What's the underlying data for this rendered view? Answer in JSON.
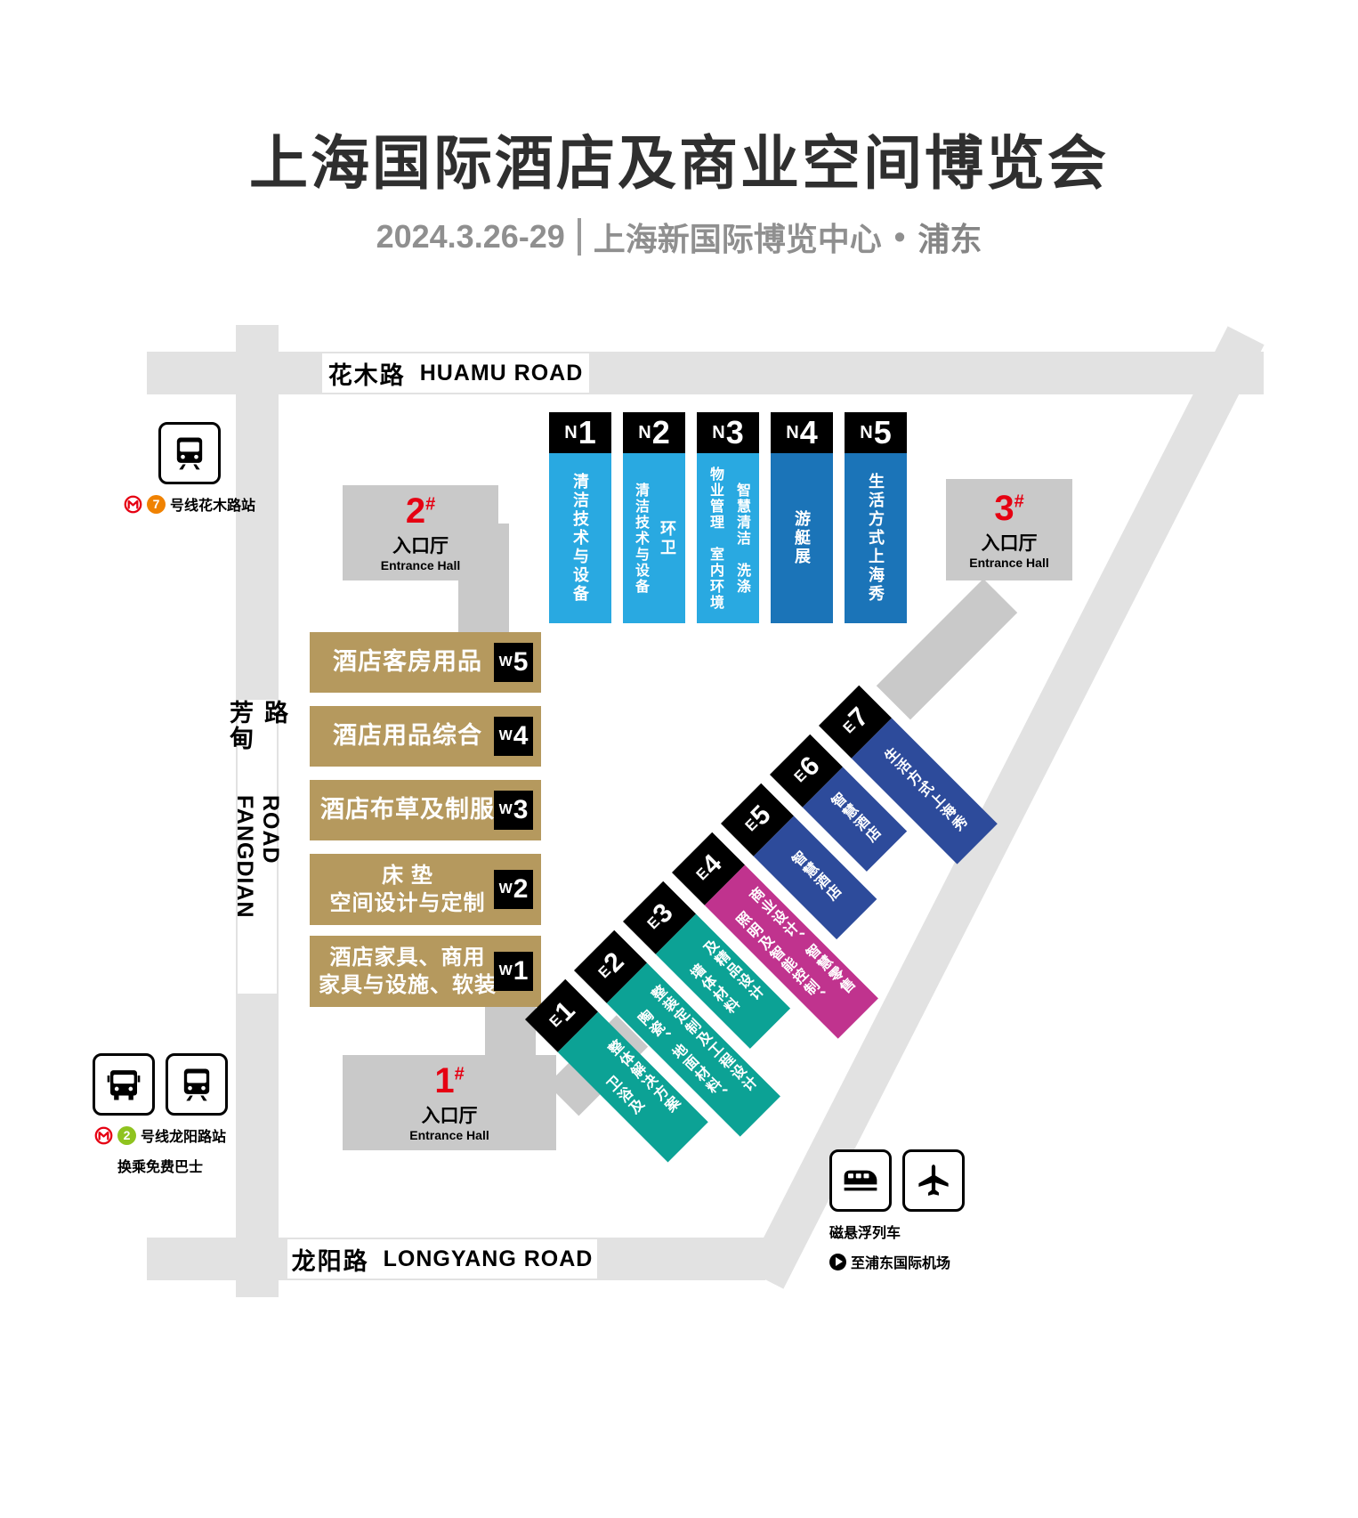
{
  "header": {
    "title": "上海国际酒店及商业空间博览会",
    "date": "2024.3.26-29",
    "venue": "上海新国际博览中心",
    "bullet": "•",
    "city": "浦东"
  },
  "roads": {
    "huamu": {
      "zh": "花木路",
      "en": "HUAMU ROAD"
    },
    "fangdian": {
      "zh": "芳甸路",
      "en": "FANGDIAN ROAD"
    },
    "longyang": {
      "zh": "龙阳路",
      "en": "LONGYANG ROAD"
    }
  },
  "entrances": {
    "e1": {
      "num": "1",
      "hash": "#",
      "zh": "入口厅",
      "en": "Entrance Hall"
    },
    "e2": {
      "num": "2",
      "hash": "#",
      "zh": "入口厅",
      "en": "Entrance Hall"
    },
    "e3": {
      "num": "3",
      "hash": "#",
      "zh": "入口厅",
      "en": "Entrance Hall"
    }
  },
  "halls": {
    "n": [
      {
        "letter": "N",
        "digit": "1",
        "columns": [
          "清洁技术与设备"
        ]
      },
      {
        "letter": "N",
        "digit": "2",
        "columns": [
          "清洁技术与设备",
          "环卫"
        ]
      },
      {
        "letter": "N",
        "digit": "3",
        "columns": [
          "物业管理　室内环境",
          "智慧清洁　洗涤"
        ]
      },
      {
        "letter": "N",
        "digit": "4",
        "columns": [
          "游艇展"
        ]
      },
      {
        "letter": "N",
        "digit": "5",
        "columns": [
          "生活方式上海秀"
        ]
      }
    ],
    "w": [
      {
        "letter": "W",
        "digit": "5",
        "lines": [
          "酒店客房用品"
        ]
      },
      {
        "letter": "W",
        "digit": "4",
        "lines": [
          "酒店用品综合"
        ]
      },
      {
        "letter": "W",
        "digit": "3",
        "lines": [
          "酒店布草及制服"
        ]
      },
      {
        "letter": "W",
        "digit": "2",
        "lines": [
          "床 垫",
          "空间设计与定制"
        ]
      },
      {
        "letter": "W",
        "digit": "1",
        "lines": [
          "酒店家具、商用",
          "家具与设施、软装"
        ]
      }
    ],
    "e": [
      {
        "letter": "E",
        "digit": "1",
        "columns": [
          "卫浴及",
          "整体解决方案"
        ]
      },
      {
        "letter": "E",
        "digit": "2",
        "columns": [
          "陶瓷、地面材料、",
          "整装定制及工程设计"
        ]
      },
      {
        "letter": "E",
        "digit": "3",
        "columns": [
          "墙体材料",
          "及精品设计"
        ]
      },
      {
        "letter": "E",
        "digit": "4",
        "columns": [
          "照明及智能控制、",
          "商业设计、智慧零售"
        ]
      },
      {
        "letter": "E",
        "digit": "5",
        "columns": [
          "智慧酒店"
        ]
      },
      {
        "letter": "E",
        "digit": "6",
        "columns": [
          "智慧酒店"
        ]
      },
      {
        "letter": "E",
        "digit": "7",
        "columns": [
          "生活方式上海秀"
        ]
      }
    ]
  },
  "transit": {
    "huamu_station": {
      "line_num": "7",
      "label": "号线花木路站"
    },
    "longyang_station": {
      "line_num": "2",
      "label": "号线龙阳路站",
      "sub": "换乘免费巴士"
    },
    "maglev": {
      "title": "磁悬浮列车",
      "dest": "至浦东国际机场"
    }
  },
  "colors": {
    "light_blue": "#29a9e1",
    "mid_blue": "#1b74b8",
    "tan": "#b5995e",
    "teal": "#0ca295",
    "magenta": "#c0338e",
    "dark_blue": "#2d4b9b",
    "road_gray": "#e2e2e2",
    "entrance_gray": "#c9c9c9",
    "accent_red": "#e60012",
    "line7_orange": "#f08200",
    "line2_green": "#8fc31f"
  }
}
